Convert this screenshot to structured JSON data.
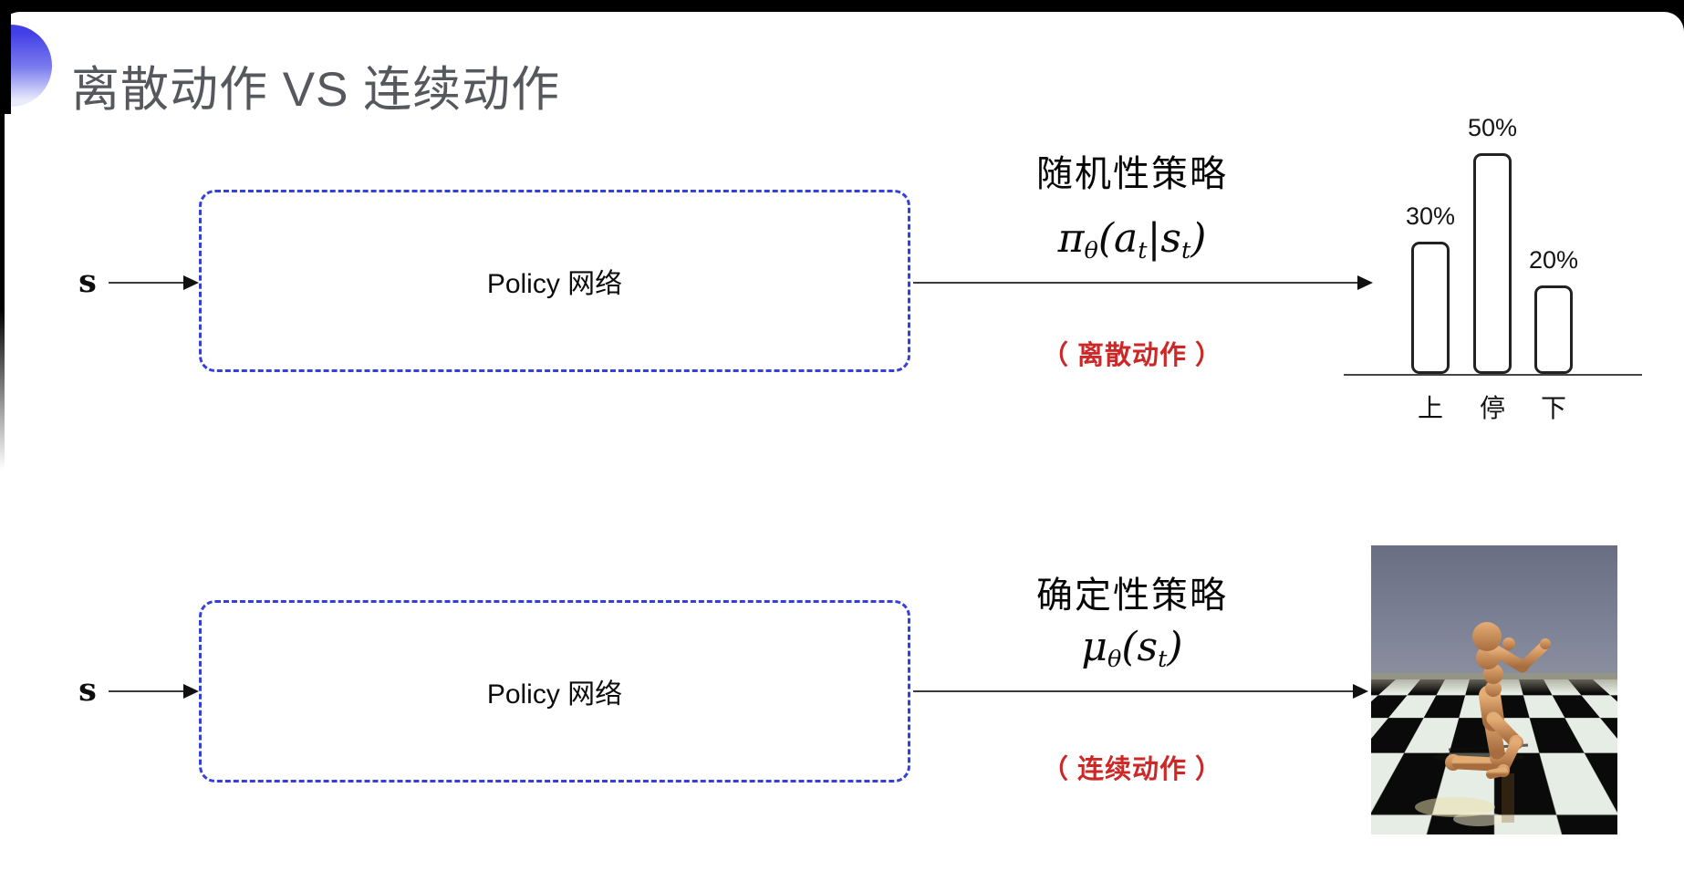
{
  "header": {
    "title": "离散动作 VS 连续动作",
    "title_color": "#56585d",
    "accent_gradient_top": "#423fe6",
    "accent_gradient_bottom": "#e9ebfc"
  },
  "box_border_color": "#3540dc",
  "note_color": "#cd2727",
  "rows": [
    {
      "state_label": "s",
      "box_label": "Policy 网络",
      "policy_name": "随机性策略",
      "formula": [
        "π",
        "θ",
        "(a",
        "t",
        "|s",
        "t",
        ")"
      ],
      "action_note": "（ 离散动作 ）"
    },
    {
      "state_label": "s",
      "box_label": "Policy 网络",
      "policy_name": "确定性策略",
      "formula": [
        "μ",
        "θ",
        "(s",
        "t",
        ")"
      ],
      "action_note": "（ 连续动作 ）"
    }
  ],
  "chart_data": {
    "type": "bar",
    "categories": [
      "上",
      "停",
      "下"
    ],
    "values": [
      30,
      50,
      20
    ],
    "labels": [
      "30%",
      "50%",
      "20%"
    ],
    "unit": "%",
    "title": "",
    "xlabel": "",
    "ylabel": "",
    "ylim": [
      0,
      55
    ],
    "grid": false,
    "legend": false,
    "bar_fill": "#ffffff",
    "bar_stroke": "#222222"
  },
  "robot_scene": {
    "sky_top": "#696e83",
    "sky_bottom": "#8a8f9e",
    "horizon": "#979581",
    "tile_dark": "#0a0a0a",
    "tile_light": "#e6ede5",
    "body_light": "#e5ad76",
    "body_dark": "#a86d3e"
  }
}
